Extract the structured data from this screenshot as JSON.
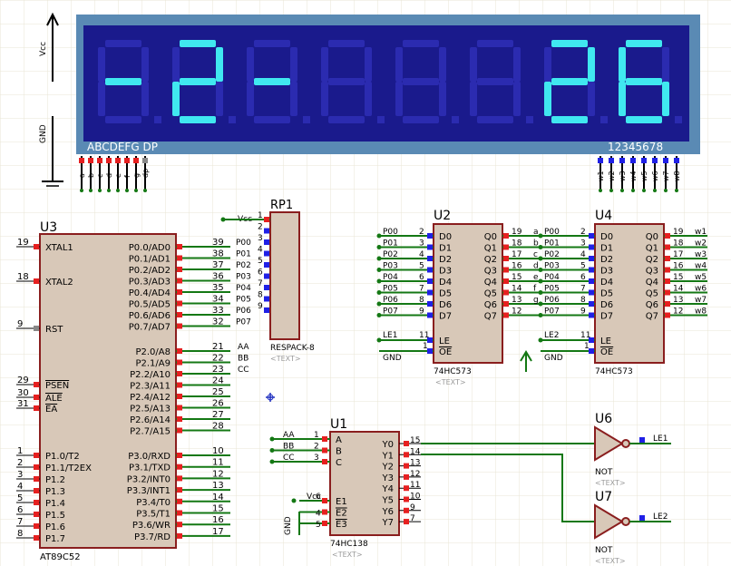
{
  "colors": {
    "background": "#ffffff",
    "grid": "#e8e6d4",
    "chip_fill": "#d8c8b8",
    "chip_border": "#8a1e1e",
    "wire": "#147814",
    "display_frame": "#5a8ab4",
    "display_panel": "#1a1a8c",
    "segment_on": "#40e8f0",
    "segment_off": "#2b2bb0",
    "pin_red": "#e62020",
    "pin_blue": "#2020e6",
    "text": "#000000",
    "hint_text": "#9a9a9a"
  },
  "power": {
    "vcc_label": "Vcc",
    "gnd_label": "GND"
  },
  "display": {
    "digits": [
      "-",
      "2",
      "-",
      "",
      "",
      "",
      "2",
      "6"
    ],
    "segment_label": "ABCDEFG DP",
    "digit_label": "12345678",
    "segment_pins": [
      "a",
      "b",
      "c",
      "d",
      "e",
      "f",
      "g",
      "dp"
    ],
    "digit_pins": [
      "w1",
      "w2",
      "w3",
      "w4",
      "w5",
      "w6",
      "w7",
      "w8"
    ]
  },
  "u3": {
    "ref": "U3",
    "part": "AT89C52",
    "left_pins": [
      {
        "num": "19",
        "name": "XTAL1"
      },
      {
        "num": "18",
        "name": "XTAL2"
      },
      {
        "num": "9",
        "name": "RST"
      },
      {
        "num": "29",
        "name": "PSEN"
      },
      {
        "num": "30",
        "name": "ALE"
      },
      {
        "num": "31",
        "name": "EA"
      },
      {
        "num": "1",
        "name": "P1.0/T2"
      },
      {
        "num": "2",
        "name": "P1.1/T2EX"
      },
      {
        "num": "3",
        "name": "P1.2"
      },
      {
        "num": "4",
        "name": "P1.3"
      },
      {
        "num": "5",
        "name": "P1.4"
      },
      {
        "num": "6",
        "name": "P1.5"
      },
      {
        "num": "7",
        "name": "P1.6"
      },
      {
        "num": "8",
        "name": "P1.7"
      }
    ],
    "right_pins": [
      {
        "num": "39",
        "name": "P0.0/AD0",
        "net": "P00"
      },
      {
        "num": "38",
        "name": "P0.1/AD1",
        "net": "P01"
      },
      {
        "num": "37",
        "name": "P0.2/AD2",
        "net": "P02"
      },
      {
        "num": "36",
        "name": "P0.3/AD3",
        "net": "P03"
      },
      {
        "num": "35",
        "name": "P0.4/AD4",
        "net": "P04"
      },
      {
        "num": "34",
        "name": "P0.5/AD5",
        "net": "P05"
      },
      {
        "num": "33",
        "name": "P0.6/AD6",
        "net": "P06"
      },
      {
        "num": "32",
        "name": "P0.7/AD7",
        "net": "P07"
      },
      {
        "num": "21",
        "name": "P2.0/A8",
        "net": "AA"
      },
      {
        "num": "22",
        "name": "P2.1/A9",
        "net": "BB"
      },
      {
        "num": "23",
        "name": "P2.2/A10",
        "net": "CC"
      },
      {
        "num": "24",
        "name": "P2.3/A11",
        "net": ""
      },
      {
        "num": "25",
        "name": "P2.4/A12",
        "net": ""
      },
      {
        "num": "26",
        "name": "P2.5/A13",
        "net": ""
      },
      {
        "num": "27",
        "name": "P2.6/A14",
        "net": ""
      },
      {
        "num": "28",
        "name": "P2.7/A15",
        "net": ""
      },
      {
        "num": "10",
        "name": "P3.0/RXD",
        "net": ""
      },
      {
        "num": "11",
        "name": "P3.1/TXD",
        "net": ""
      },
      {
        "num": "12",
        "name": "P3.2/INT0",
        "net": ""
      },
      {
        "num": "13",
        "name": "P3.3/INT1",
        "net": ""
      },
      {
        "num": "14",
        "name": "P3.4/T0",
        "net": ""
      },
      {
        "num": "15",
        "name": "P3.5/T1",
        "net": ""
      },
      {
        "num": "16",
        "name": "P3.6/WR",
        "net": ""
      },
      {
        "num": "17",
        "name": "P3.7/RD",
        "net": ""
      }
    ]
  },
  "rp1": {
    "ref": "RP1",
    "part": "RESPACK-8",
    "text": "<TEXT>",
    "vcc_label": "Vcc",
    "pins": [
      "1",
      "2",
      "3",
      "4",
      "5",
      "6",
      "7",
      "8",
      "9"
    ]
  },
  "u2": {
    "ref": "U2",
    "part": "74HC573",
    "text": "<TEXT>",
    "inputs": [
      {
        "net": "P00",
        "num": "2",
        "name": "D0"
      },
      {
        "net": "P01",
        "num": "3",
        "name": "D1"
      },
      {
        "net": "P02",
        "num": "4",
        "name": "D2"
      },
      {
        "net": "P03",
        "num": "5",
        "name": "D3"
      },
      {
        "net": "P04",
        "num": "6",
        "name": "D4"
      },
      {
        "net": "P05",
        "num": "7",
        "name": "D5"
      },
      {
        "net": "P06",
        "num": "8",
        "name": "D6"
      },
      {
        "net": "P07",
        "num": "9",
        "name": "D7"
      }
    ],
    "outputs": [
      {
        "name": "Q0",
        "num": "19",
        "net": "a"
      },
      {
        "name": "Q1",
        "num": "18",
        "net": "b"
      },
      {
        "name": "Q2",
        "num": "17",
        "net": "c"
      },
      {
        "name": "Q3",
        "num": "16",
        "net": "d"
      },
      {
        "name": "Q4",
        "num": "15",
        "net": "e"
      },
      {
        "name": "Q5",
        "num": "14",
        "net": "f"
      },
      {
        "name": "Q6",
        "num": "13",
        "net": "g"
      },
      {
        "name": "Q7",
        "num": "12",
        "net": ""
      }
    ],
    "le_net": "LE1",
    "le_num": "11",
    "le_name": "LE",
    "oe_net": "GND",
    "oe_num": "1",
    "oe_name": "OE"
  },
  "u4": {
    "ref": "U4",
    "part": "74HC573",
    "inputs": [
      {
        "net": "P00",
        "num": "2",
        "name": "D0"
      },
      {
        "net": "P01",
        "num": "3",
        "name": "D1"
      },
      {
        "net": "P02",
        "num": "4",
        "name": "D2"
      },
      {
        "net": "P03",
        "num": "5",
        "name": "D3"
      },
      {
        "net": "P04",
        "num": "6",
        "name": "D4"
      },
      {
        "net": "P05",
        "num": "7",
        "name": "D5"
      },
      {
        "net": "P06",
        "num": "8",
        "name": "D6"
      },
      {
        "net": "P07",
        "num": "9",
        "name": "D7"
      }
    ],
    "outputs": [
      {
        "name": "Q0",
        "num": "19",
        "net": "w1"
      },
      {
        "name": "Q1",
        "num": "18",
        "net": "w2"
      },
      {
        "name": "Q2",
        "num": "17",
        "net": "w3"
      },
      {
        "name": "Q3",
        "num": "16",
        "net": "w4"
      },
      {
        "name": "Q4",
        "num": "15",
        "net": "w5"
      },
      {
        "name": "Q5",
        "num": "14",
        "net": "w6"
      },
      {
        "name": "Q6",
        "num": "13",
        "net": "w7"
      },
      {
        "name": "Q7",
        "num": "12",
        "net": "w8"
      }
    ],
    "le_net": "LE2",
    "le_num": "11",
    "le_name": "LE",
    "oe_net": "GND",
    "oe_num": "1",
    "oe_name": "OE"
  },
  "u1": {
    "ref": "U1",
    "part": "74HC138",
    "text": "<TEXT>",
    "inputs": [
      {
        "net": "AA",
        "num": "1",
        "name": "A"
      },
      {
        "net": "BB",
        "num": "2",
        "name": "B"
      },
      {
        "net": "CC",
        "num": "3",
        "name": "C"
      }
    ],
    "enables": [
      {
        "net": "Vcc",
        "num": "6",
        "name": "E1"
      },
      {
        "net": "",
        "num": "4",
        "name": "E2"
      },
      {
        "net": "",
        "num": "5",
        "name": "E3"
      }
    ],
    "gnd_label": "GND",
    "outputs": [
      {
        "name": "Y0",
        "num": "15"
      },
      {
        "name": "Y1",
        "num": "14"
      },
      {
        "name": "Y2",
        "num": "13"
      },
      {
        "name": "Y3",
        "num": "12"
      },
      {
        "name": "Y4",
        "num": "11"
      },
      {
        "name": "Y5",
        "num": "10"
      },
      {
        "name": "Y6",
        "num": "9"
      },
      {
        "name": "Y7",
        "num": "7"
      }
    ]
  },
  "u6": {
    "ref": "U6",
    "part": "NOT",
    "text": "<TEXT>",
    "out_net": "LE1"
  },
  "u7": {
    "ref": "U7",
    "part": "NOT",
    "text": "<TEXT>",
    "out_net": "LE2"
  }
}
